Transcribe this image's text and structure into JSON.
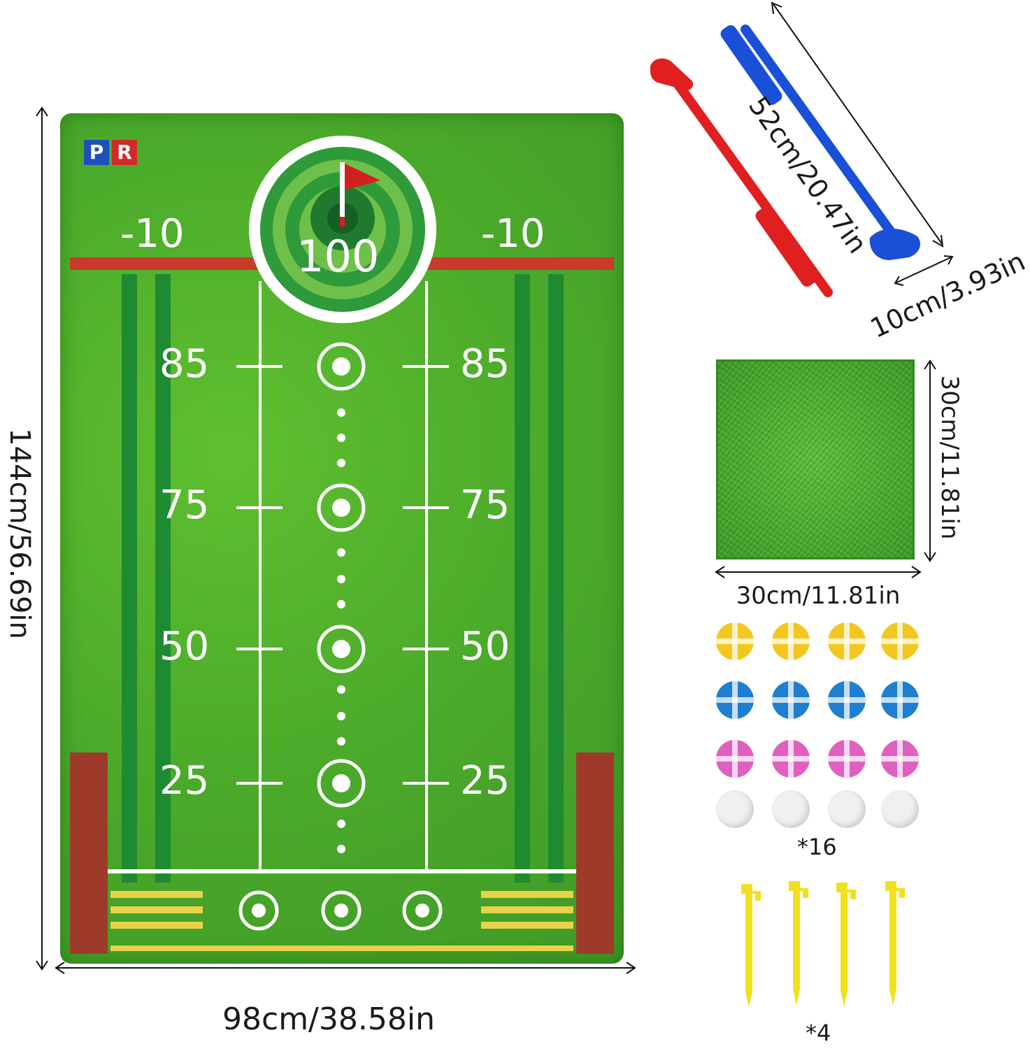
{
  "mat": {
    "logo": [
      "P",
      "R"
    ],
    "top_scores": {
      "left": "-10",
      "center": "100",
      "right": "-10"
    },
    "rows": [
      {
        "left": "85",
        "right": "85"
      },
      {
        "left": "75",
        "right": "75"
      },
      {
        "left": "50",
        "right": "50"
      },
      {
        "left": "25",
        "right": "25"
      }
    ],
    "colors": {
      "grass": "#4aa82a",
      "dark_stripe": "#1e8a32",
      "red_line": "#c83a2a",
      "brown_block": "#9e3a2a",
      "yellow": "#e8d24a",
      "flag": "#d02020"
    }
  },
  "dimensions": {
    "mat_height": "144cm/56.69in",
    "mat_width": "98cm/38.58in",
    "club_length": "52cm/20.47in",
    "club_head": "10cm/3.93in",
    "turf_height": "30cm/11.81in",
    "turf_width": "30cm/11.81in"
  },
  "accessories": {
    "balls_count": "*16",
    "ball_colors": [
      "#f2c820",
      "#1e7fd0",
      "#e060c0",
      "#f4f4f4"
    ],
    "tees_count": "*4",
    "tee_color": "#f2e020",
    "club_colors": {
      "red": "#e02020",
      "blue": "#1a4fd8"
    }
  }
}
